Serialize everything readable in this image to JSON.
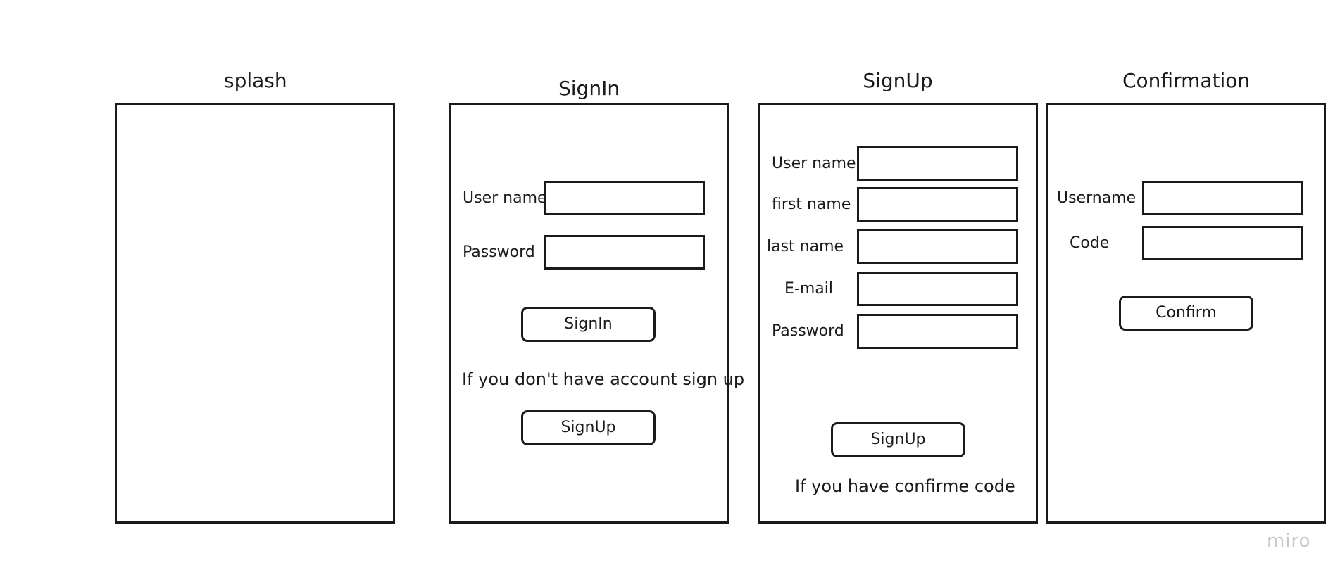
{
  "screens": {
    "splash": {
      "title": "splash"
    },
    "signin": {
      "title": "SignIn",
      "username_label": "User name",
      "password_label": "Password",
      "signin_button": "SignIn",
      "signup_prompt": "If you don't have account sign up",
      "signup_button": "SignUp"
    },
    "signup": {
      "title": "SignUp",
      "username_label": "User name",
      "firstname_label": "first name",
      "lastname_label": "last name",
      "email_label": "E-mail",
      "password_label": "Password",
      "signup_button": "SignUp",
      "confirm_prompt": "If you have confirme code"
    },
    "confirmation": {
      "title": "Confirmation",
      "username_label": "Username",
      "code_label": "Code",
      "confirm_button": "Confirm"
    }
  },
  "watermark": "miro",
  "colors": {
    "stroke": "#1a1a1a",
    "background": "#ffffff",
    "watermark": "#c4c8cf"
  }
}
